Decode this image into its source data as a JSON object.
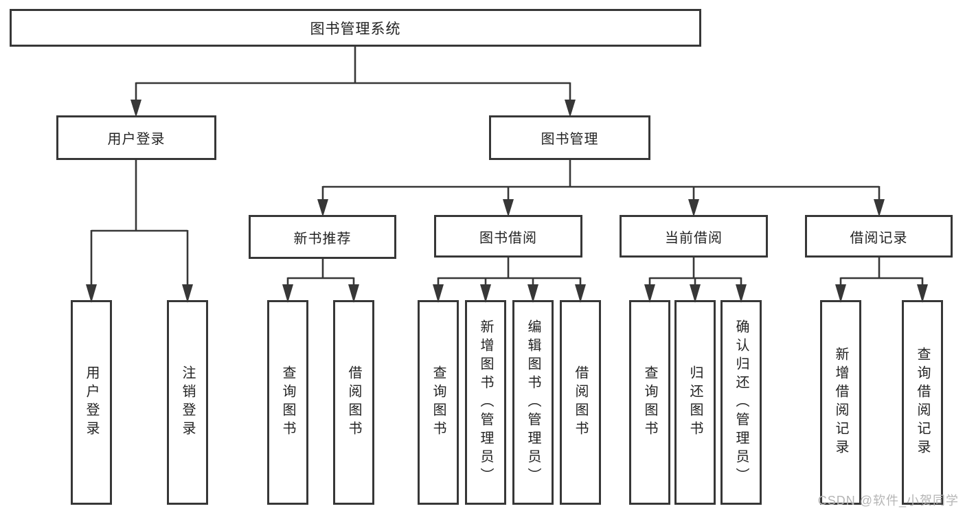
{
  "tree": {
    "root": "图书管理系统",
    "children": [
      {
        "label": "用户登录",
        "children": [
          "用户登录",
          "注销登录"
        ]
      },
      {
        "label": "图书管理",
        "children": [
          {
            "label": "新书推荐",
            "children": [
              "查询图书",
              "借阅图书"
            ]
          },
          {
            "label": "图书借阅",
            "children": [
              "查询图书",
              "新增图书（管理员）",
              "编辑图书（管理员）",
              "借阅图书"
            ]
          },
          {
            "label": "当前借阅",
            "children": [
              "查询图书",
              "归还图书",
              "确认归还（管理员）"
            ]
          },
          {
            "label": "借阅记录",
            "children": [
              "新增借阅记录",
              "查询借阅记录"
            ]
          }
        ]
      }
    ]
  },
  "watermark": {
    "text": "CSDN @软件_小贺同学"
  },
  "colors": {
    "line": "#373737",
    "box_border": "#373737",
    "text": "#232323",
    "watermark": "#b5b5b5"
  }
}
